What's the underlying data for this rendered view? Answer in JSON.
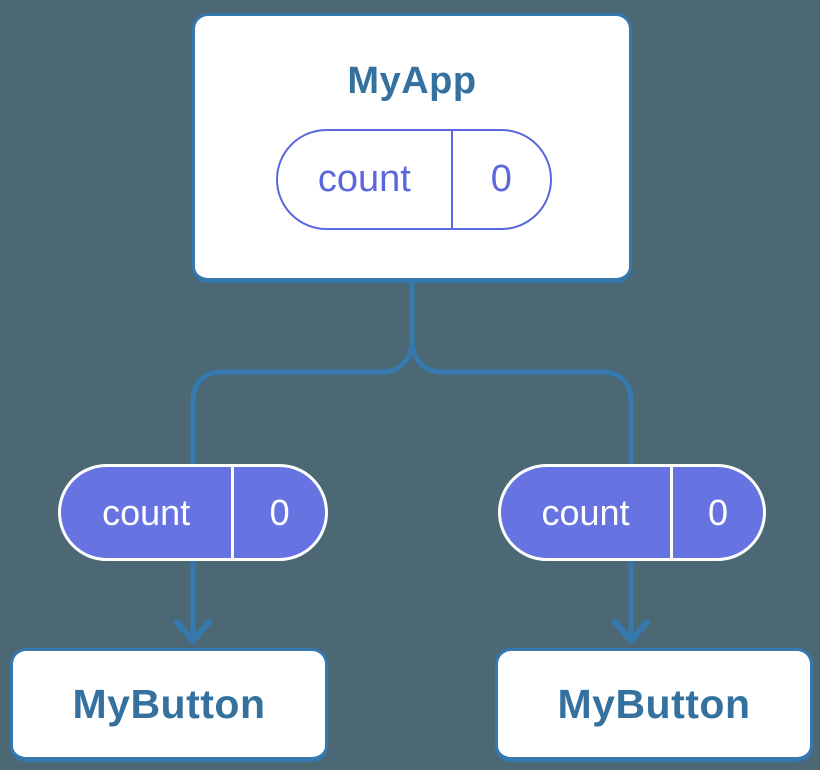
{
  "diagram": {
    "description": "React component tree diagram showing shared state",
    "colors": {
      "background": "#4C6874",
      "edge_blue": "#3579AF",
      "node_border_blue": "#3478AD",
      "node_text_blue": "#35719F",
      "pill_purple_fill": "#6673E0",
      "pill_purple_outline": "#5B68DD",
      "white": "#FFFFFF"
    }
  },
  "tree": {
    "root": {
      "title": "MyApp",
      "state_pill": {
        "label": "count",
        "value": "0",
        "style": "outline"
      }
    },
    "children": [
      {
        "title": "MyButton",
        "state_pill": {
          "label": "count",
          "value": "0",
          "style": "filled"
        }
      },
      {
        "title": "MyButton",
        "state_pill": {
          "label": "count",
          "value": "0",
          "style": "filled"
        }
      }
    ]
  }
}
